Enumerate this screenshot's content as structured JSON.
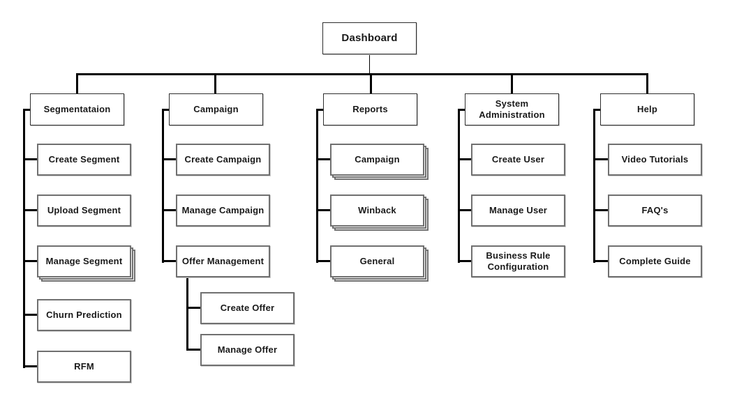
{
  "diagram": {
    "type": "sitemap-org-chart",
    "root": {
      "label": "Dashboard"
    },
    "branches": [
      {
        "label": "Segmentataion",
        "children": [
          {
            "label": "Create Segment",
            "stacked": false
          },
          {
            "label": "Upload Segment",
            "stacked": false
          },
          {
            "label": "Manage Segment",
            "stacked": true
          },
          {
            "label": "Churn Prediction",
            "stacked": false
          },
          {
            "label": "RFM",
            "stacked": false
          }
        ]
      },
      {
        "label": "Campaign",
        "children": [
          {
            "label": "Create Campaign",
            "stacked": false
          },
          {
            "label": "Manage Campaign",
            "stacked": false
          },
          {
            "label": "Offer Management",
            "stacked": false,
            "children": [
              {
                "label": "Create Offer",
                "stacked": false
              },
              {
                "label": "Manage Offer",
                "stacked": false
              }
            ]
          }
        ]
      },
      {
        "label": "Reports",
        "children": [
          {
            "label": "Campaign",
            "stacked": true
          },
          {
            "label": "Winback",
            "stacked": true
          },
          {
            "label": "General",
            "stacked": true
          }
        ]
      },
      {
        "label": "System Administration",
        "children": [
          {
            "label": "Create User",
            "stacked": false
          },
          {
            "label": "Manage User",
            "stacked": false
          },
          {
            "label": "Business Rule Configuration",
            "stacked": false
          }
        ]
      },
      {
        "label": "Help",
        "children": [
          {
            "label": "Video Tutorials",
            "stacked": false
          },
          {
            "label": "FAQ's",
            "stacked": false
          },
          {
            "label": "Complete Guide",
            "stacked": false
          }
        ]
      }
    ],
    "colors": {
      "background": "#ffffff",
      "connector_line": "#000000",
      "box_background": "#ffffff",
      "parent_border": "#2e2e2e",
      "child_border": "#707070",
      "text": "#1a1a1a"
    }
  }
}
